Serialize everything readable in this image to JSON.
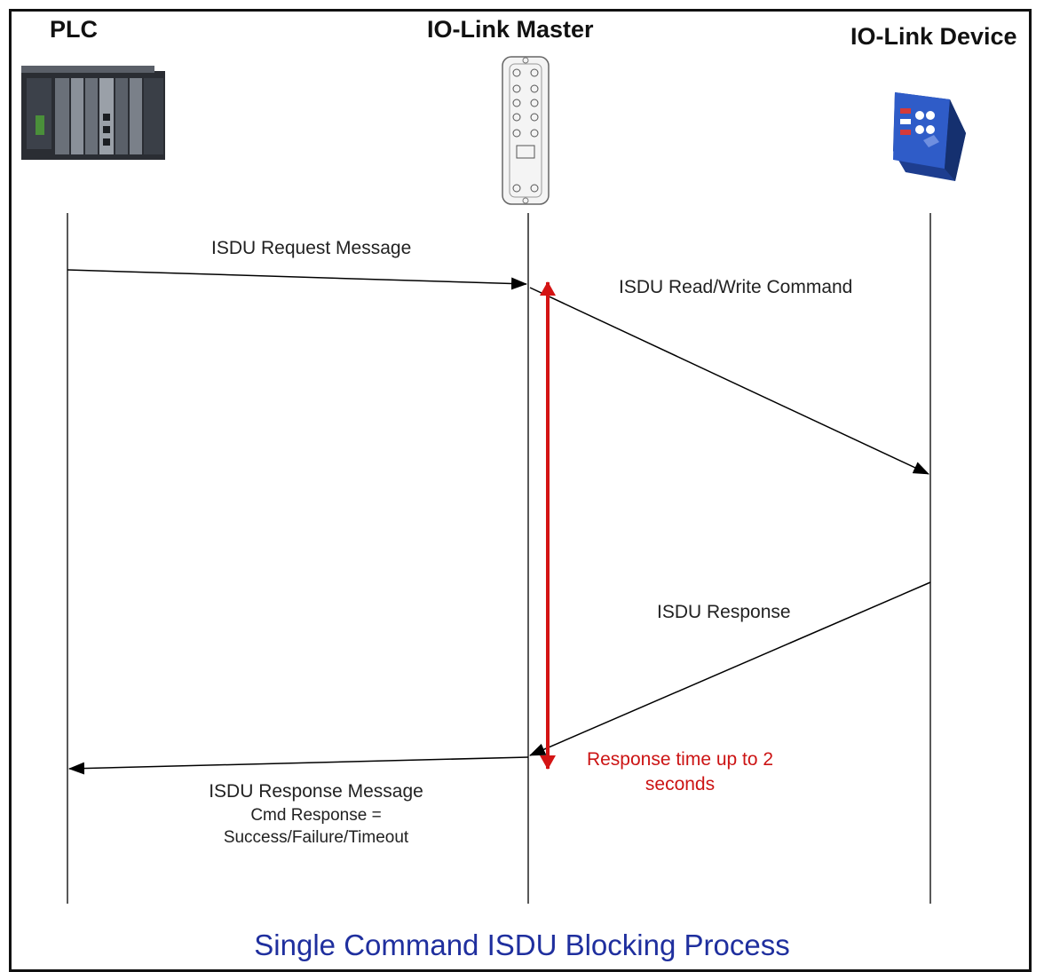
{
  "actors": {
    "plc": {
      "label": "PLC",
      "icon": "plc-rack-icon"
    },
    "master": {
      "label": "IO-Link Master",
      "icon": "io-link-master-icon"
    },
    "device": {
      "label": "IO-Link Device",
      "icon": "io-link-device-icon"
    }
  },
  "messages": {
    "request": "ISDU Request Message",
    "command": "ISDU Read/Write Command",
    "device_response": "ISDU Response",
    "response_line1": "ISDU Response Message",
    "response_line2": "Cmd Response =",
    "response_line3": "Success/Failure/Timeout"
  },
  "timing": {
    "line1": "Response time up to 2",
    "line2": "seconds"
  },
  "title": "Single Command ISDU Blocking Process",
  "colors": {
    "timing_arrow": "#d41414",
    "title": "#1f2f9e",
    "lifeline": "#222222"
  }
}
